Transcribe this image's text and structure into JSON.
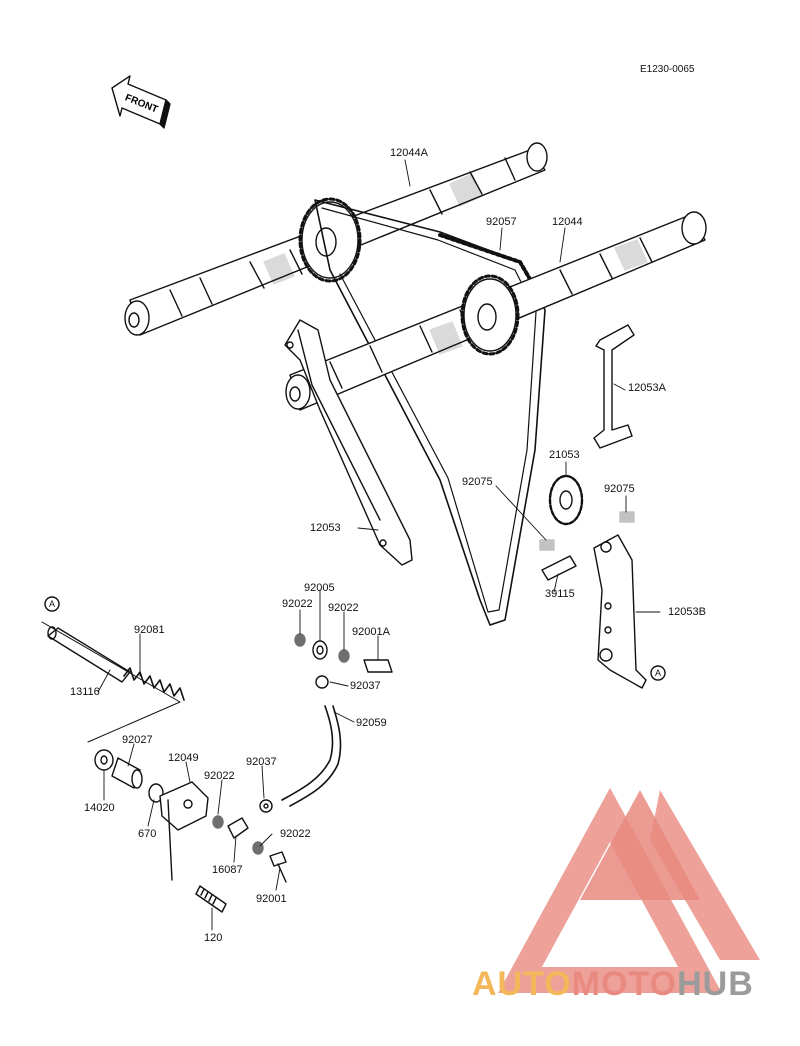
{
  "document_id": "E1230-0065",
  "front_arrow": {
    "text": "FRONT"
  },
  "watermark": {
    "brand": "AUTOMOTOHUB",
    "parts": [
      "AUTO",
      "MOTO",
      "HUB"
    ],
    "colors": {
      "red": "#e98a80",
      "orange": "#f2b85a",
      "gray": "#9b9b9b"
    }
  },
  "callouts": [
    {
      "id": "12044A",
      "text": "12044A"
    },
    {
      "id": "92057",
      "text": "92057"
    },
    {
      "id": "12044",
      "text": "12044"
    },
    {
      "id": "12053A",
      "text": "12053A"
    },
    {
      "id": "21053",
      "text": "21053"
    },
    {
      "id": "92075-left",
      "text": "92075"
    },
    {
      "id": "92075-right",
      "text": "92075"
    },
    {
      "id": "12053",
      "text": "12053"
    },
    {
      "id": "39115",
      "text": "39115"
    },
    {
      "id": "12053B",
      "text": "12053B"
    },
    {
      "id": "A-right",
      "text": "A"
    },
    {
      "id": "A-left",
      "text": "A"
    },
    {
      "id": "92081",
      "text": "92081"
    },
    {
      "id": "13116",
      "text": "13116"
    },
    {
      "id": "92005",
      "text": "92005"
    },
    {
      "id": "92022-a",
      "text": "92022"
    },
    {
      "id": "92022-b",
      "text": "92022"
    },
    {
      "id": "92001A",
      "text": "92001A"
    },
    {
      "id": "92037-a",
      "text": "92037"
    },
    {
      "id": "92059",
      "text": "92059"
    },
    {
      "id": "92027",
      "text": "92027"
    },
    {
      "id": "12049",
      "text": "12049"
    },
    {
      "id": "92037-b",
      "text": "92037"
    },
    {
      "id": "92022-c",
      "text": "92022"
    },
    {
      "id": "14020",
      "text": "14020"
    },
    {
      "id": "670",
      "text": "670"
    },
    {
      "id": "92022-d",
      "text": "92022"
    },
    {
      "id": "16087",
      "text": "16087"
    },
    {
      "id": "92001",
      "text": "92001"
    },
    {
      "id": "120",
      "text": "120"
    }
  ]
}
